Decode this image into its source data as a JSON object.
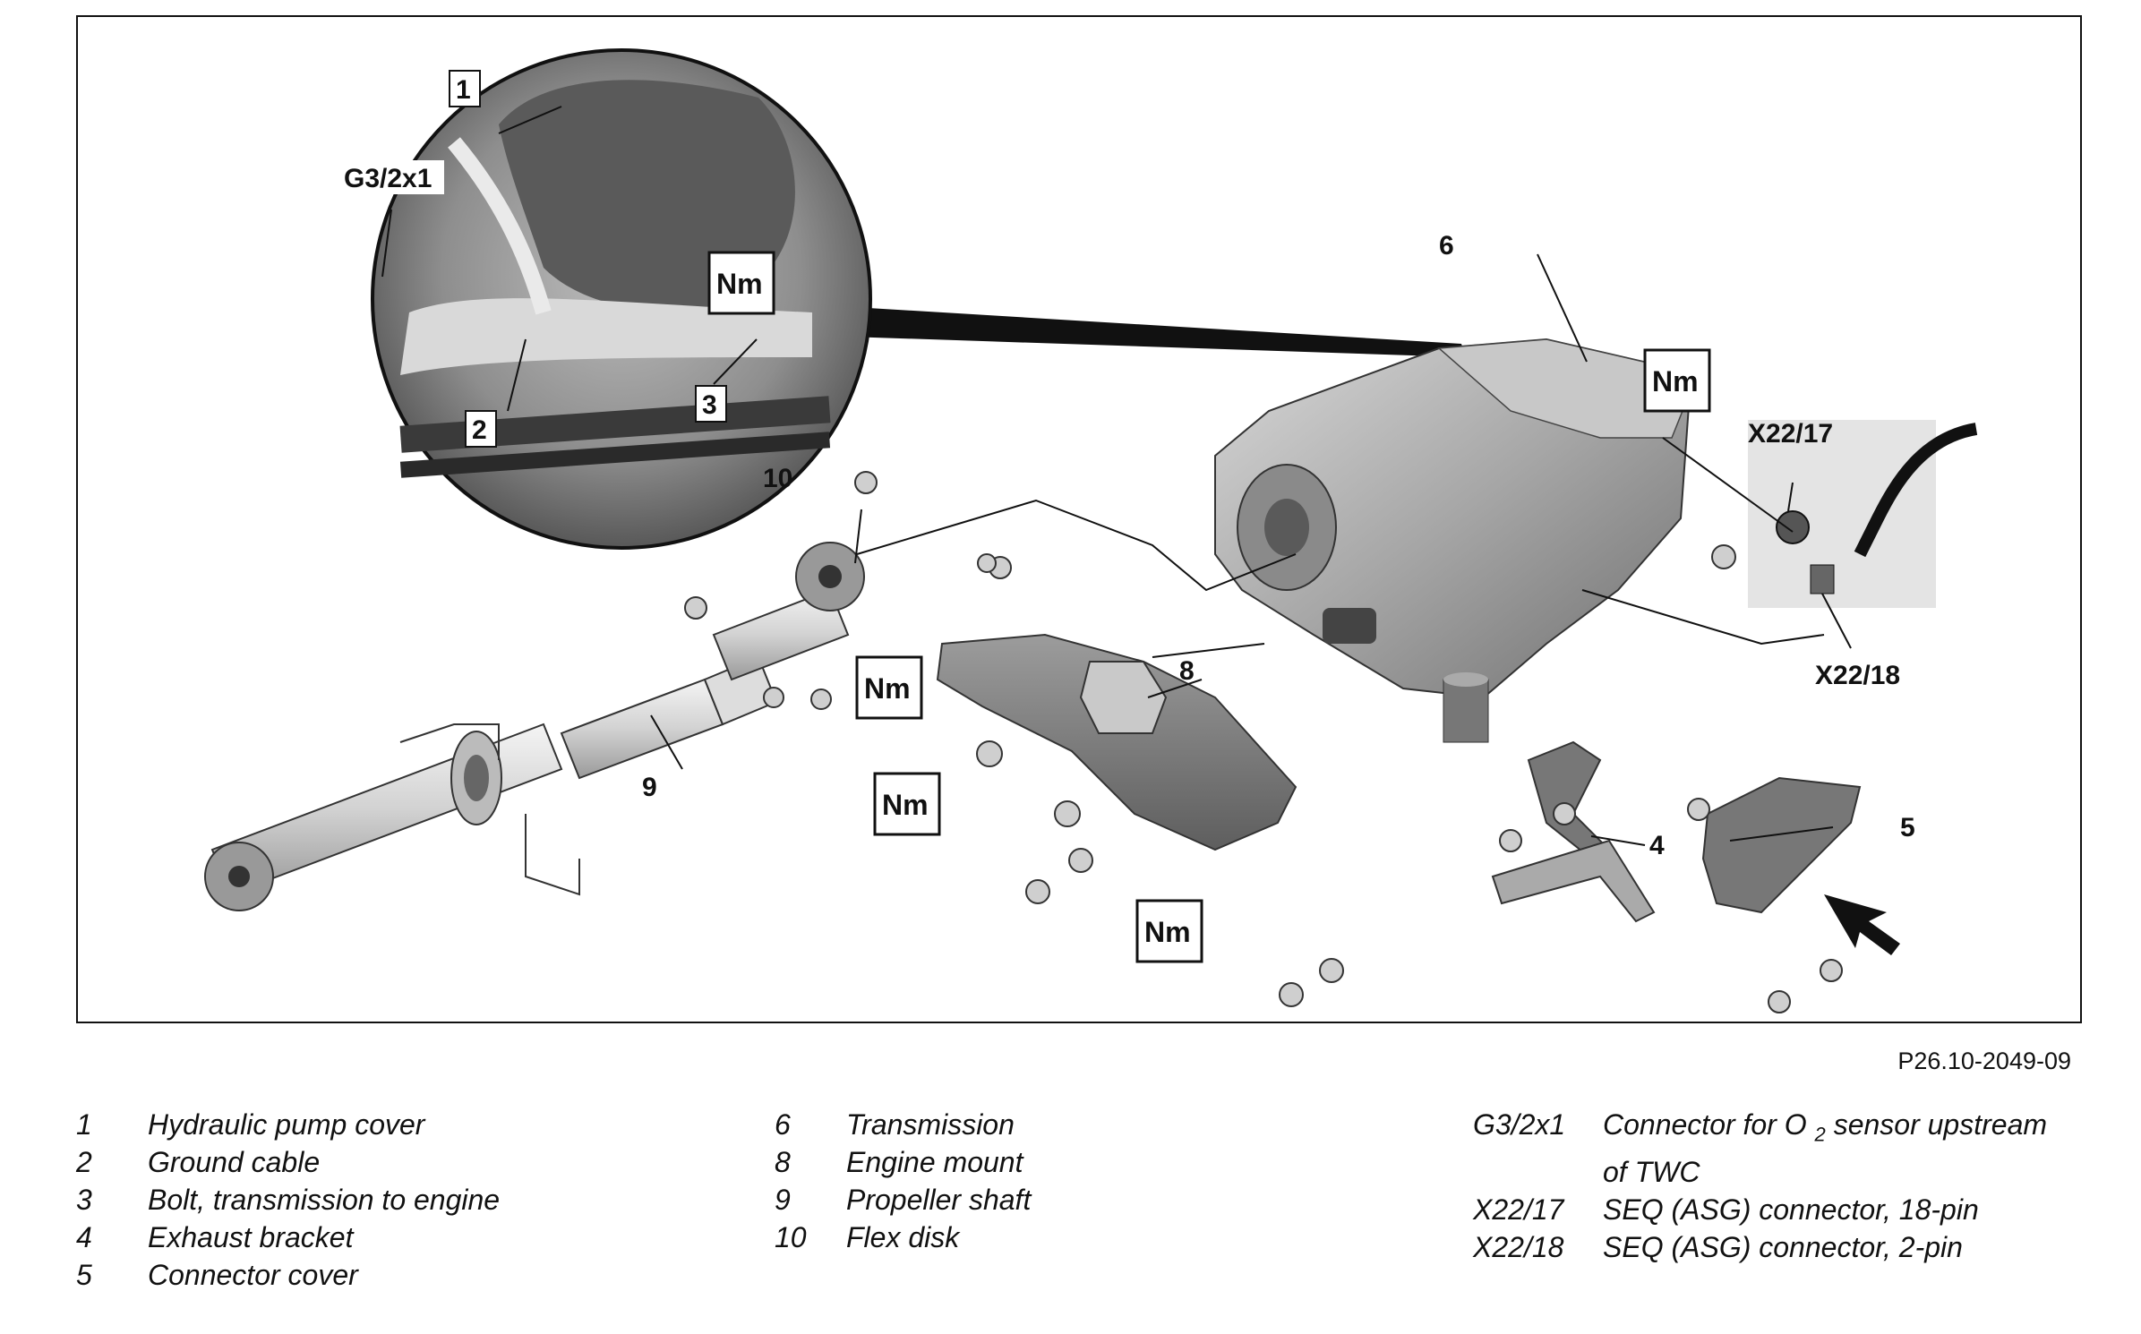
{
  "figure_code": "P26.10-2049-09",
  "callouts": {
    "c1": "1",
    "c2": "2",
    "c3": "3",
    "c4": "4",
    "c5": "5",
    "c6": "6",
    "c8": "8",
    "c9": "9",
    "c10": "10",
    "g3": "G3/2x1",
    "x17": "X22/17",
    "x18": "X22/18"
  },
  "torque_label": "Nm",
  "legend": {
    "col1": [
      {
        "num": "1",
        "text": "Hydraulic pump cover"
      },
      {
        "num": "2",
        "text": "Ground cable"
      },
      {
        "num": "3",
        "text": "Bolt, transmission to engine"
      },
      {
        "num": "4",
        "text": "Exhaust bracket"
      },
      {
        "num": "5",
        "text": "Connector cover"
      }
    ],
    "col2": [
      {
        "num": "6",
        "text": "Transmission"
      },
      {
        "num": "8",
        "text": "Engine mount"
      },
      {
        "num": "9",
        "text": "Propeller shaft"
      },
      {
        "num": "10",
        "text": "Flex disk"
      }
    ],
    "col3": [
      {
        "num": "G3/2x1",
        "text_a": "Connector for O",
        "sub": "2",
        "text_b": " sensor upstream",
        "cont": "of TWC"
      },
      {
        "num": "X22/17",
        "text": "SEQ (ASG) connector, 18-pin"
      },
      {
        "num": "X22/18",
        "text": "SEQ (ASG) connector, 2-pin"
      }
    ]
  }
}
